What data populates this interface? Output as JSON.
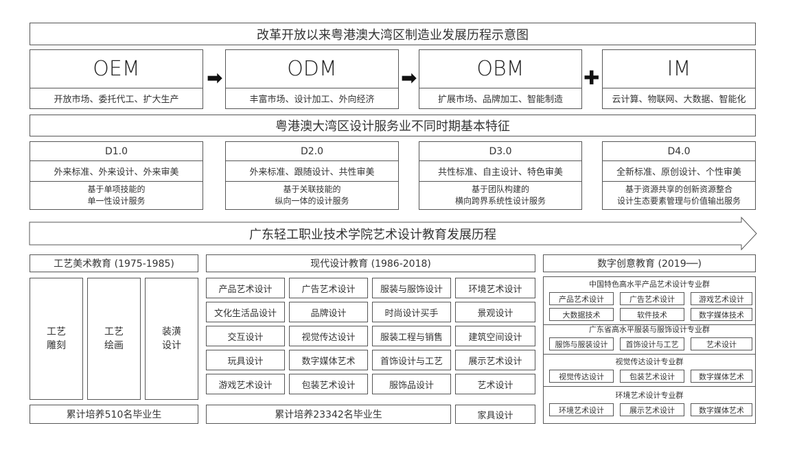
{
  "title": "改革开放以来粤港澳大湾区制造业发展历程示意图",
  "models": [
    {
      "name": "OEM",
      "desc": "开放市场、委托代工、扩大生产"
    },
    {
      "name": "ODM",
      "desc": "丰富市场、设计加工、外向经济"
    },
    {
      "name": "OBM",
      "desc": "扩展市场、品牌加工、智能制造"
    },
    {
      "name": "IM",
      "desc": "云计算、物联网、大数据、智能化"
    }
  ],
  "connectors": {
    "arrow1": "➡",
    "arrow2": "➡",
    "plus": "✚"
  },
  "design_title": "粤港澳大湾区设计服务业不同时期基本特征",
  "design_stages": [
    {
      "version": "D1.0",
      "feature": "外来标准、外来设计、外来审美",
      "service": "基于单项技能的\n单一性设计服务"
    },
    {
      "version": "D2.0",
      "feature": "外来标准、跟随设计、共性审美",
      "service": "基于关联技能的\n纵向一体的设计服务"
    },
    {
      "version": "D3.0",
      "feature": "共性标准、自主设计、特色审美",
      "service": "基于团队构建的\n横向跨界系统性设计服务"
    },
    {
      "version": "D4.0",
      "feature": "全新标准、原创设计、个性审美",
      "service": "基于资源共享的创新资源整合\n设计生态要素管理与价值输出服务"
    }
  ],
  "education_title": "广东轻工职业技术学院艺术设计教育发展历程",
  "era1": {
    "title": "工艺美术教育 (1975-1985)",
    "subjects": [
      "工艺\n雕刻",
      "工艺\n绘画",
      "装潢\n设计"
    ],
    "footer": "累计培养510名毕业生"
  },
  "era2": {
    "title": "现代设计教育 (1986-2018)",
    "grid": [
      [
        "产品艺术设计",
        "广告艺术设计",
        "服装与服饰设计",
        "环境艺术设计"
      ],
      [
        "文化生活品设计",
        "品牌设计",
        "时尚设计买手",
        "景观设计"
      ],
      [
        "交互设计",
        "视觉传达设计",
        "服装工程与销售",
        "建筑空间设计"
      ],
      [
        "玩具设计",
        "数字媒体艺术",
        "首饰设计与工艺",
        "展示艺术设计"
      ],
      [
        "游戏艺术设计",
        "包装艺术设计",
        "服饰品设计",
        "艺术设计"
      ]
    ],
    "footer": "累计培养23342名毕业生",
    "last_cell": "家具设计"
  },
  "era3": {
    "title": "数字创意教育 (2019──)",
    "groups": [
      {
        "name": "中国特色高水平产品艺术设计专业群",
        "items": [
          "产品艺术设计",
          "广告艺术设计",
          "游戏艺术设计",
          "大数据技术",
          "软件技术",
          "数字媒体技术"
        ]
      },
      {
        "name": "广东省高水平服装与服饰设计专业群",
        "items": [
          "服饰与服装设计",
          "首饰设计与工艺",
          "艺术设计"
        ]
      },
      {
        "name": "视觉传达设计专业群",
        "items": [
          "视觉传达设计",
          "包装艺术设计",
          "数字媒体艺术"
        ]
      },
      {
        "name": "环境艺术设计专业群",
        "items": [
          "环境艺术设计",
          "展示艺术设计",
          "数字媒体艺术"
        ]
      }
    ]
  }
}
